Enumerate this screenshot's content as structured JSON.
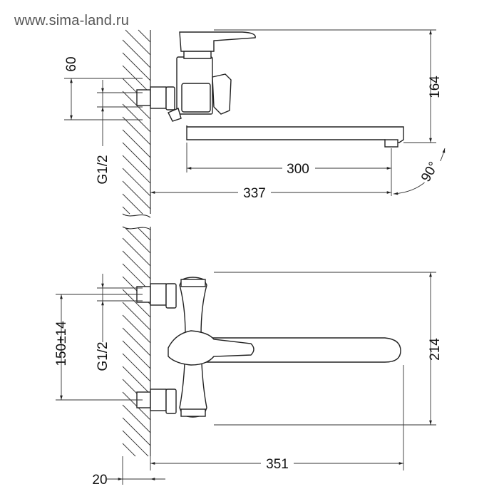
{
  "watermark": "www.sima-land.ru",
  "top_view": {
    "dim_height": "60",
    "dim_thread": "G1/2",
    "dim_total_height": "164",
    "dim_spout": "300",
    "dim_reach": "337",
    "dim_angle": "90°"
  },
  "front_view": {
    "dim_centers": "150±14",
    "dim_thread": "G1/2",
    "dim_height": "214",
    "dim_length": "351",
    "dim_wall": "20"
  }
}
